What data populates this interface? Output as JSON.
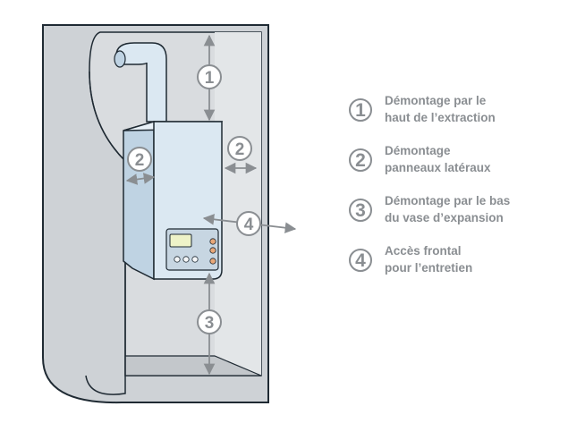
{
  "colors": {
    "outline": "#1f2a33",
    "cabinet": "#ced2d6",
    "cabinet_inner": "#d9dcdf",
    "boiler_face": "#dbe8f2",
    "boiler_side": "#bfd3e3",
    "callout": "#8a8e92"
  },
  "callouts": {
    "top": "1",
    "left": "2",
    "right": "2",
    "front": "4",
    "bottom": "3"
  },
  "control_panel": {
    "display": "screen-icon",
    "buttons": "button-icon"
  },
  "legend": [
    {
      "number": "1",
      "lines": [
        "Démontage par le",
        "haut de l’extraction"
      ]
    },
    {
      "number": "2",
      "lines": [
        "Démontage",
        "panneaux latéraux"
      ]
    },
    {
      "number": "3",
      "lines": [
        "Démontage par le bas",
        "du vase d’expansion"
      ]
    },
    {
      "number": "4",
      "lines": [
        "Accès frontal",
        "pour l’entretien"
      ]
    }
  ]
}
